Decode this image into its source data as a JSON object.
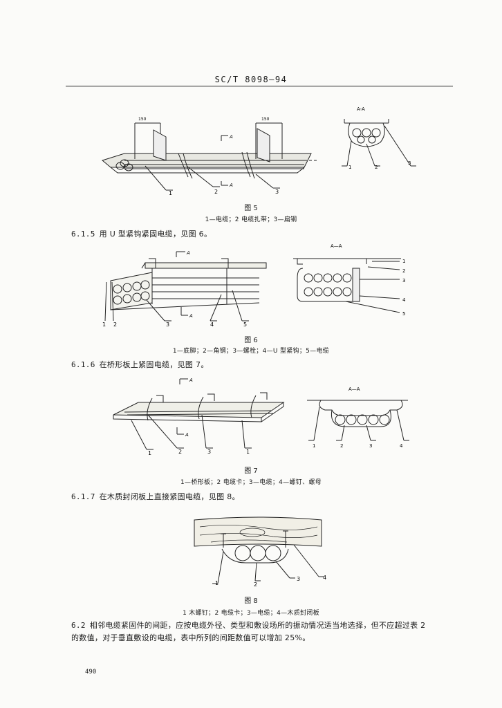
{
  "header": {
    "doc_code": "SC/T 8098—94"
  },
  "figure5": {
    "caption": "图 5",
    "legend": "1—电缆；2  电缆扎带；3—扁钢",
    "dim_left": "150",
    "dim_right": "150",
    "section_mark": "A",
    "section_title": "A-A",
    "callouts": [
      "1",
      "2",
      "3"
    ],
    "section_callouts": [
      "1",
      "2",
      "3"
    ]
  },
  "clause_6_1_5": {
    "number": "6.1.5",
    "text": "用 U 型紧钩紧固电缆，见图 6。"
  },
  "figure6": {
    "caption": "图 6",
    "legend": "1—底脚；2—角钢；3—螺栓；4—U 型紧钩；5—电缆",
    "section_mark": "A",
    "section_title": "A—A",
    "callouts": [
      "1",
      "2",
      "3",
      "4",
      "5"
    ],
    "section_callouts": [
      "1",
      "2",
      "3",
      "4",
      "5"
    ]
  },
  "clause_6_1_6": {
    "number": "6.1.6",
    "text": "在桥形板上紧固电缆，见图 7。"
  },
  "figure7": {
    "caption": "图 7",
    "legend": "1—桥形板；2  电缆卡；3—电缆；4—螺钉、螺母",
    "section_mark": "A",
    "section_title": "A—A",
    "callouts": [
      "1",
      "2",
      "3",
      "1"
    ],
    "section_callouts": [
      "1",
      "2",
      "3",
      "4"
    ]
  },
  "clause_6_1_7": {
    "number": "6.1.7",
    "text": "在木质封闭板上直接紧固电缆，见图 8。"
  },
  "figure8": {
    "caption": "图 8",
    "legend": "1  木螺钉；2  电缆卡；3—电缆；4—木质封闭板",
    "callouts": [
      "1",
      "2",
      "3",
      "4"
    ]
  },
  "clause_6_2": {
    "number": "6.2",
    "line1": "相邻电缆紧固件的间距，应按电缆外径、类型和敷设场所的振动情况适当地选择，但不应超过表 2",
    "line2": "的数值，对于垂直敷设的电缆，表中所列的间距数值可以增加 25%。"
  },
  "page_number": "490"
}
